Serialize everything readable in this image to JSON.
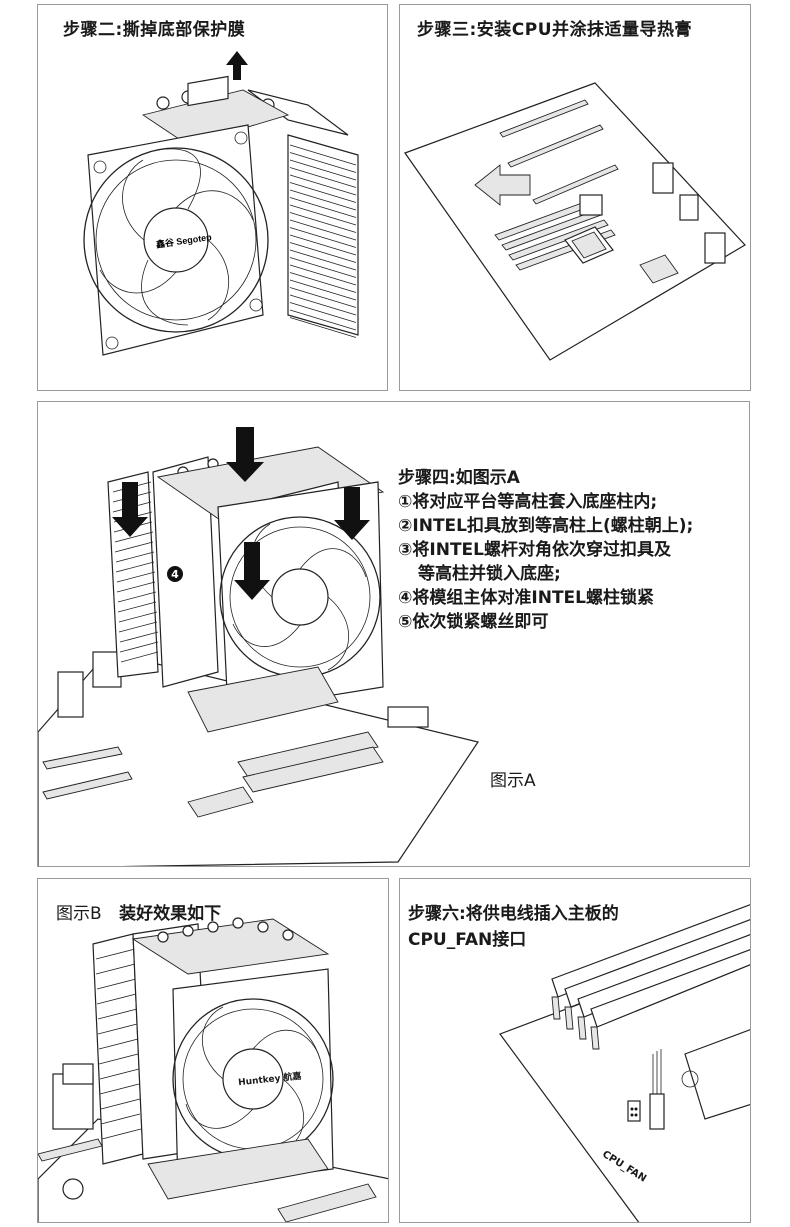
{
  "step2": {
    "title": "步骤二:撕掉底部保护膜",
    "fan_logo": "鑫谷 Segotep"
  },
  "step3": {
    "title": "步骤三:安装CPU并涂抹适量导热膏"
  },
  "step4": {
    "title": "步骤四:如图示A",
    "items": [
      "①将对应平台等高柱套入底座柱内;",
      "②INTEL扣具放到等高柱上(螺柱朝上);",
      "③将INTEL螺杆对角依次穿过扣具及",
      "等高柱并锁入底座;",
      "④将模组主体对准INTEL螺柱锁紧",
      "⑤依次锁紧螺丝即可"
    ],
    "marker": "4",
    "figure_label": "图示A"
  },
  "stepB": {
    "label": "图示B",
    "title": "装好效果如下",
    "fan_logo": "Huntkey 航嘉"
  },
  "step6": {
    "title_line1": "步骤六:将供电线插入主板的",
    "title_line2": "CPU_FAN接口",
    "connector_label": "CPU_FAN"
  },
  "colors": {
    "border": "#9a9a9a",
    "ink": "#1a1a1a",
    "background": "#ffffff"
  }
}
